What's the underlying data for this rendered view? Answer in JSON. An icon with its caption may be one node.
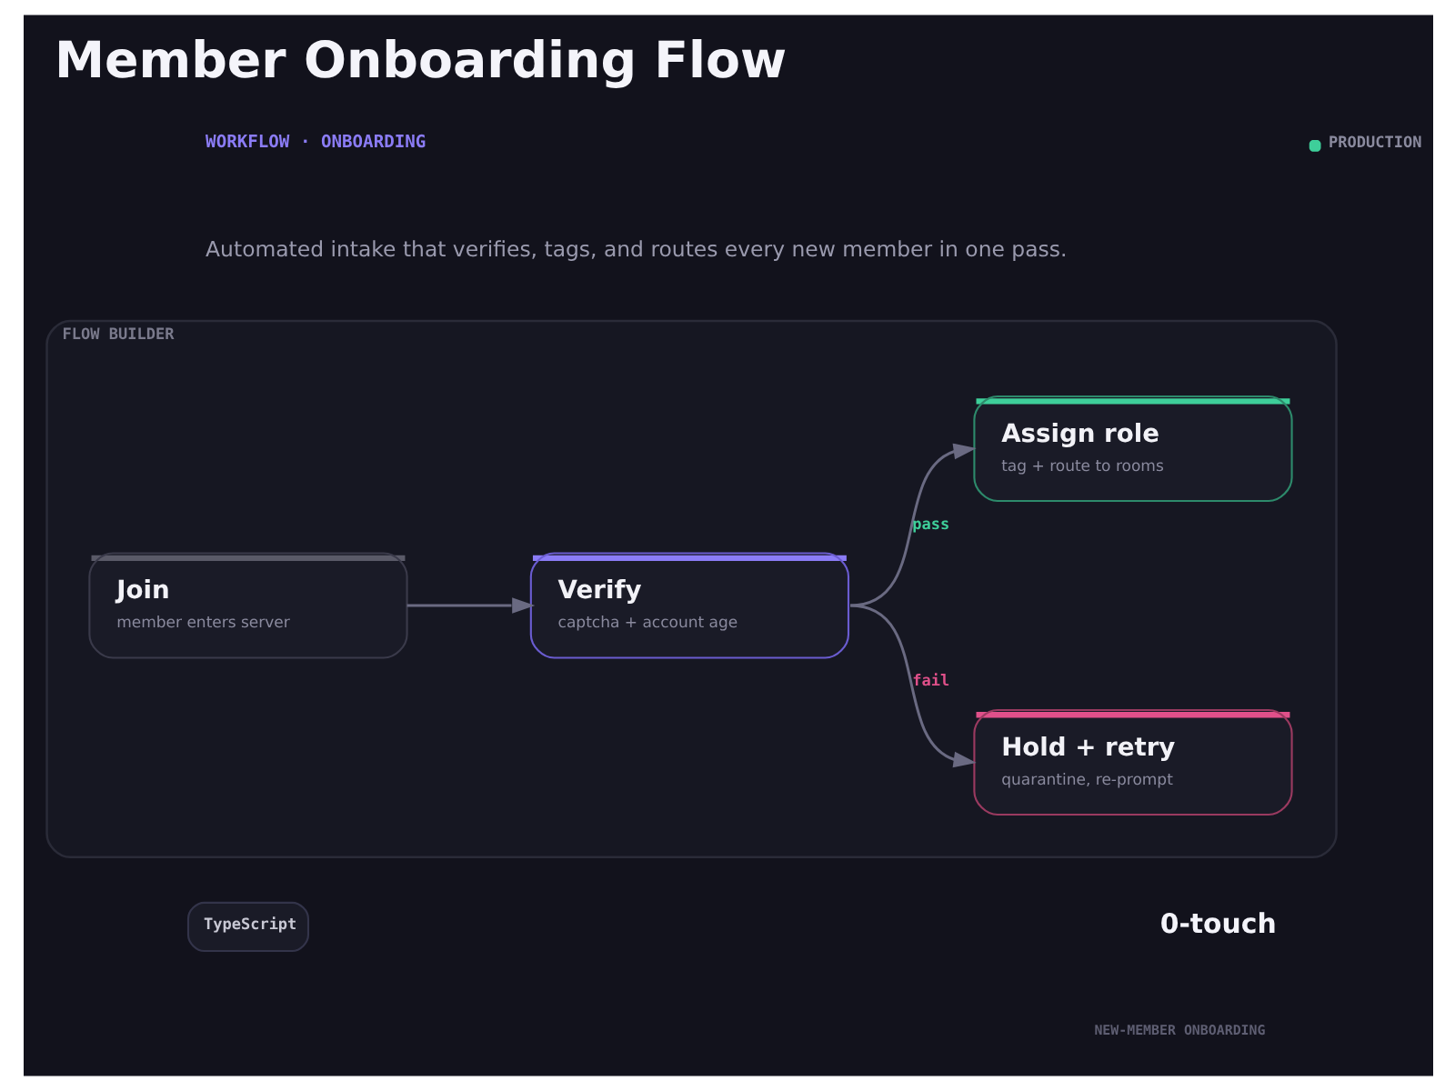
{
  "diagram": {
    "title": "Member Onboarding Flow",
    "nodes": [
      {
        "text": [
          "FLOW BUILDER"
        ]
      },
      {
        "text": [
          "Join",
          "member enters server"
        ],
        "in": 0
      },
      {
        "text": [
          "Verify",
          "captcha + account age"
        ],
        "in": 0
      },
      {
        "text": [
          "Assign role",
          "tag + route to rooms"
        ],
        "in": 0
      },
      {
        "text": [
          "Hold + retry",
          "quarantine, re-prompt"
        ],
        "in": 0
      }
    ],
    "edges": [
      {
        "from": 1,
        "to": 2,
        "arrow": "to"
      },
      {
        "from": 2,
        "to": 3,
        "arrow": "to",
        "label": "pass"
      },
      {
        "from": 2,
        "to": 4,
        "arrow": "to",
        "label": "fail"
      }
    ],
    "labels": [
      "PRODUCTION",
      "WORKFLOW · ONBOARDING",
      "Automated intake that verifies, tags, and routes every new member in one pass.",
      "TypeScript",
      "0-touch",
      "NEW-MEMBER ONBOARDING"
    ]
  }
}
